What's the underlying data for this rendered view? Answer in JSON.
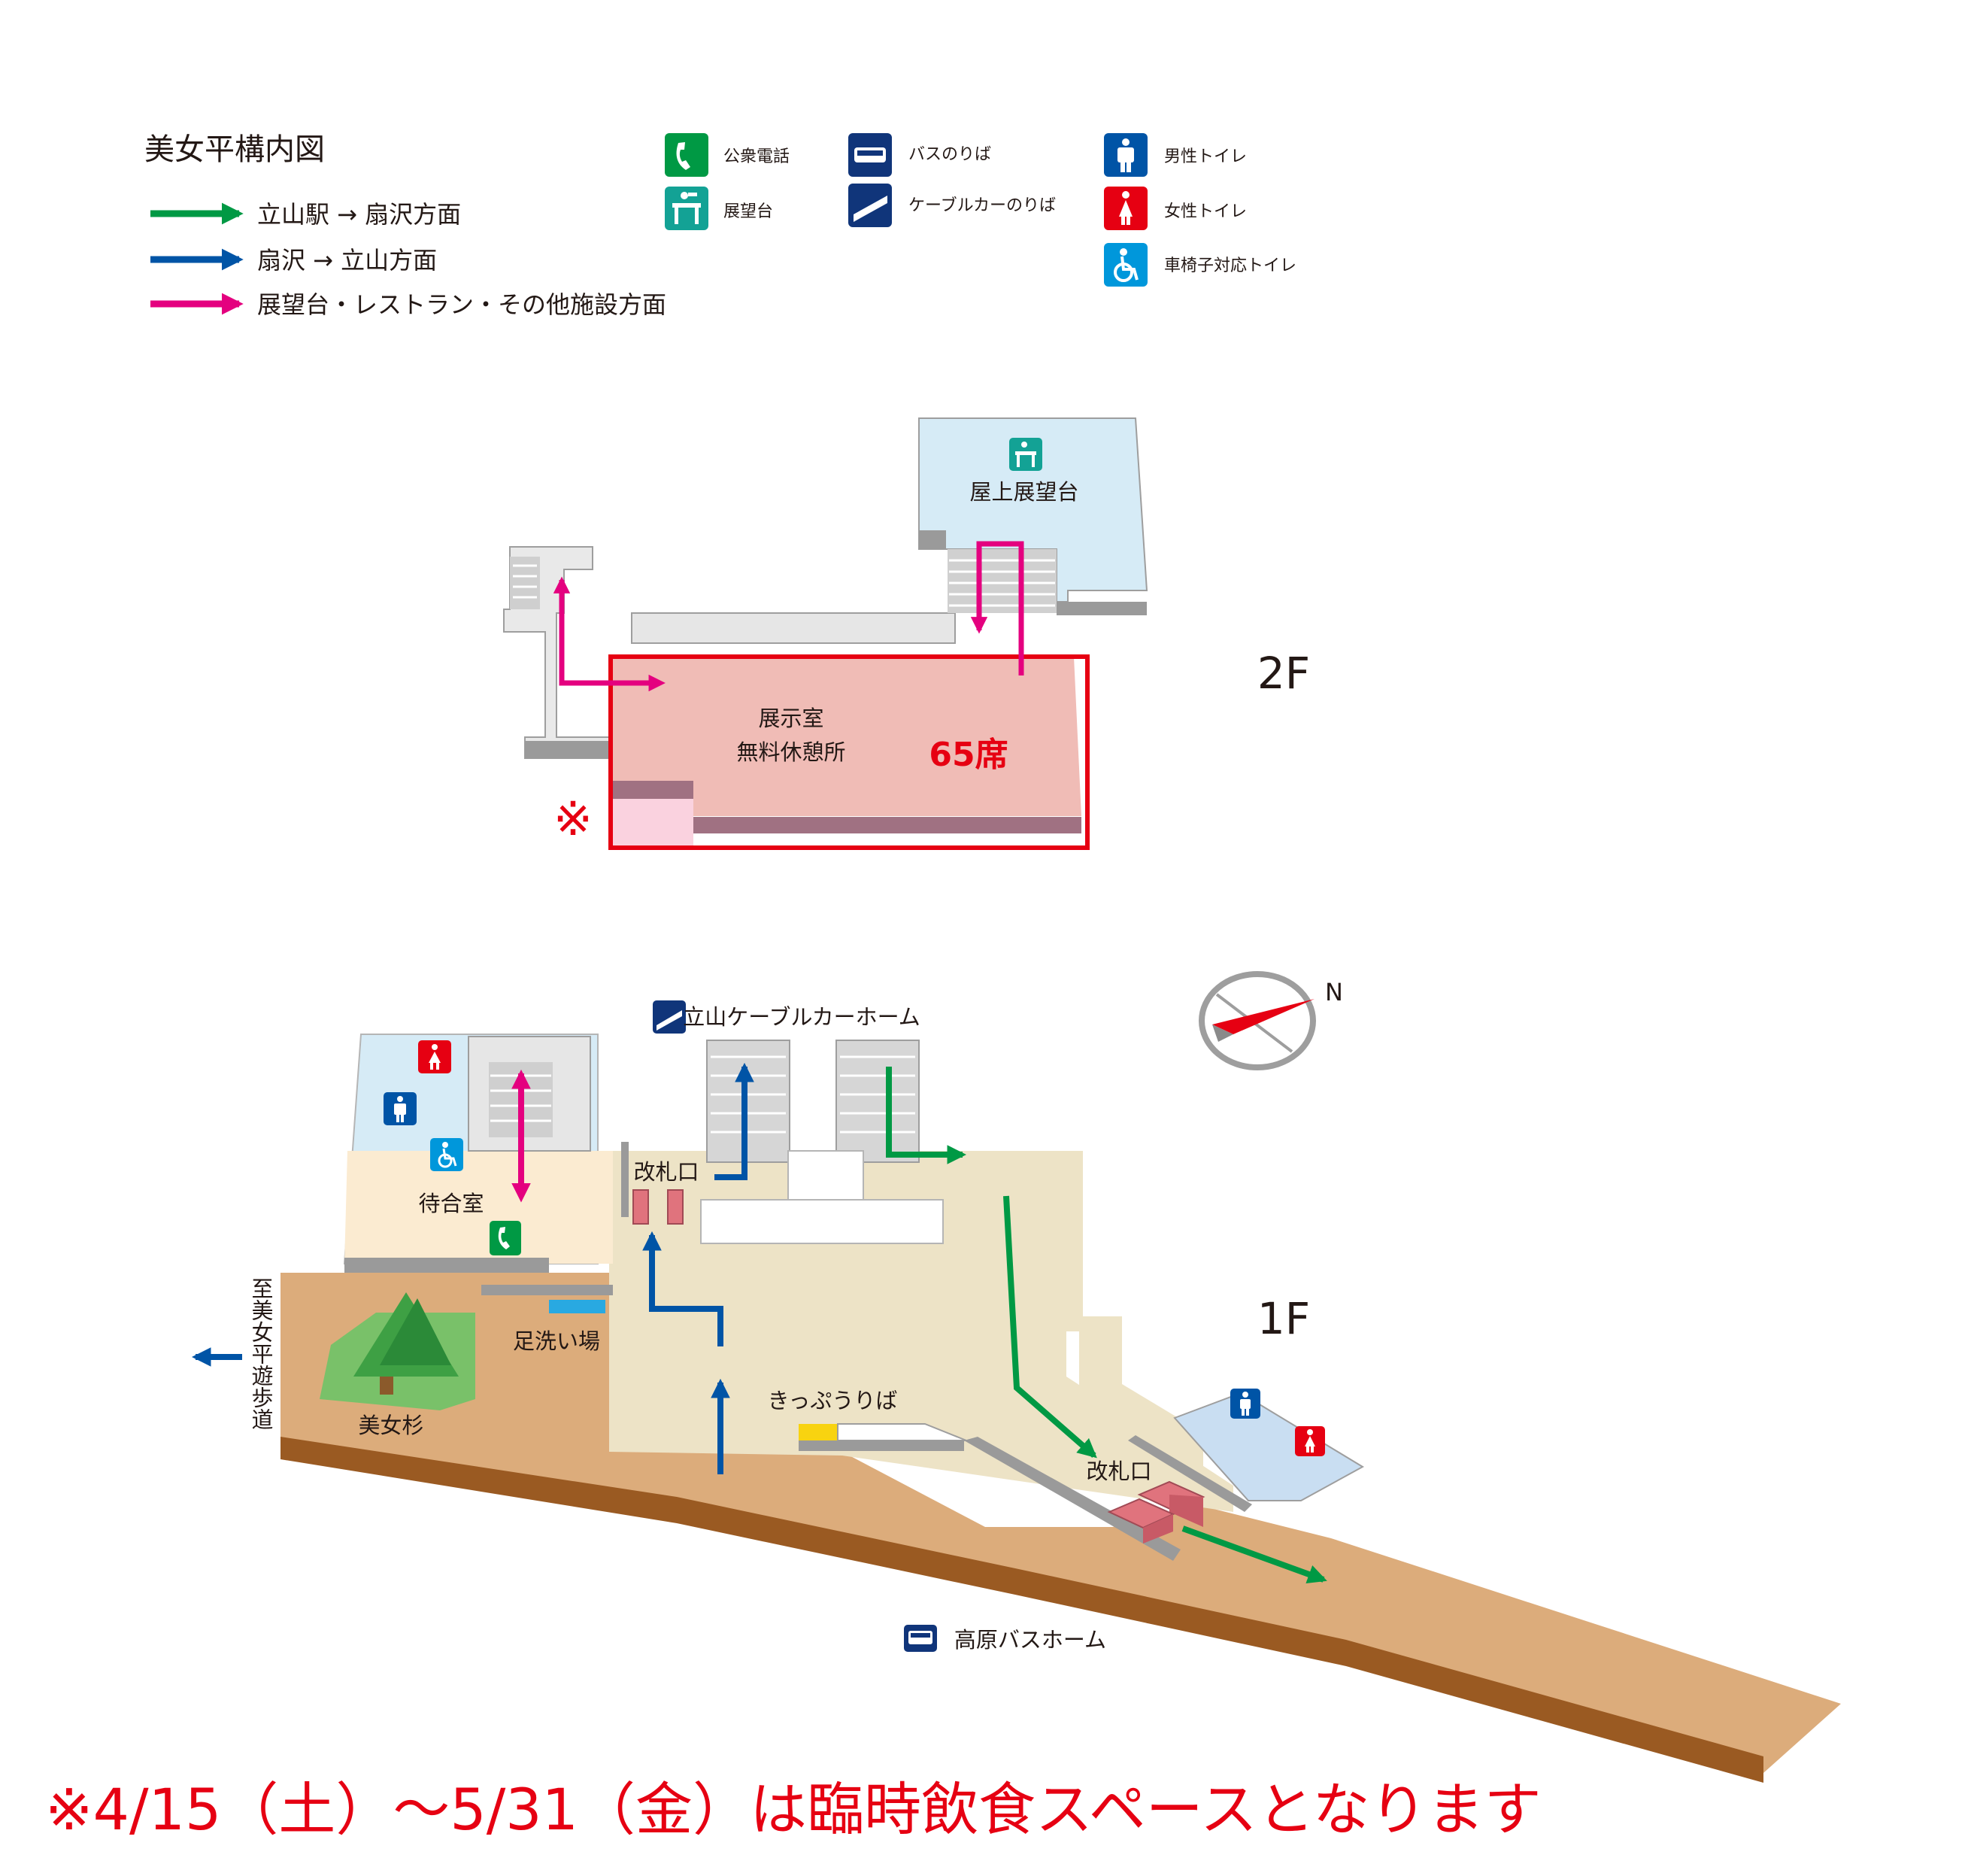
{
  "legend": {
    "title": "美女平構内図",
    "routes": [
      {
        "label": "立山駅 → 扇沢方面",
        "color": "#009944"
      },
      {
        "label": "扇沢 → 立山方面",
        "color": "#0054a6"
      },
      {
        "label": "展望台・レストラン・その他施設方面",
        "color": "#e4007f"
      }
    ],
    "icons": [
      {
        "icon": "phone-icon",
        "label": "公衆電話",
        "color": "#009944"
      },
      {
        "icon": "observatory-icon",
        "label": "展望台",
        "color": "#13a295"
      },
      {
        "icon": "bus-icon",
        "label": "バスのりば",
        "color": "#10357a"
      },
      {
        "icon": "cablecar-icon",
        "label": "ケーブルカーのりば",
        "color": "#10357a"
      },
      {
        "icon": "male-toilet-icon",
        "label": "男性トイレ",
        "color": "#0054a6"
      },
      {
        "icon": "female-toilet-icon",
        "label": "女性トイレ",
        "color": "#e60012"
      },
      {
        "icon": "wheelchair-toilet-icon",
        "label": "車椅子対応トイレ",
        "color": "#0097db"
      }
    ]
  },
  "floor2": {
    "label": "2F",
    "rooftop_observatory": "屋上展望台",
    "exhibition_room": "展示室",
    "rest_area": "無料休憩所",
    "seats": "65席",
    "note_marker": "※"
  },
  "floor1": {
    "label": "1F",
    "cablecar_home": "立山ケーブルカーホーム",
    "ticket_gate_upper": "改札口",
    "waiting_room": "待合室",
    "foot_wash": "足洗い場",
    "bijodaisugi": "美女杉",
    "promenade": "至美女平遊歩道",
    "ticket_office": "きっぷうりば",
    "ticket_gate_lower": "改札口",
    "bus_home": "高原バスホーム",
    "compass_north": "N"
  },
  "note": "※4/15（土）～5/31（金）は臨時飲食スペースとなります",
  "colors": {
    "route_green": "#009944",
    "route_blue": "#0054a6",
    "route_pink": "#e4007f",
    "highlight_red": "#e60012",
    "exhibition_fill": "#f0bcb6",
    "observatory_fill": "#d6ebf6",
    "floor_beige": "#ede3c6",
    "waiting_fill": "#fbebd1",
    "ground_tan": "#dcac7b"
  }
}
